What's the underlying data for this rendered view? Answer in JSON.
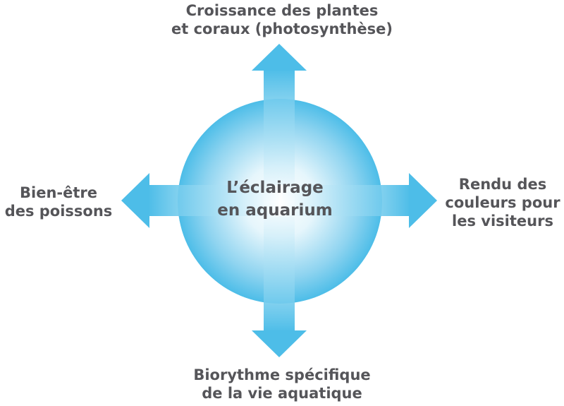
{
  "center": {
    "line1": "L’éclairage",
    "line2": "en aquarium"
  },
  "arrows": {
    "top": {
      "line1": "Croissance des plantes",
      "line2": "et coraux (photosynthèse)"
    },
    "right": {
      "line1": "Rendu des",
      "line2": "couleurs pour",
      "line3": "les visiteurs"
    },
    "bottom": {
      "line1": "Biorythme spécifique",
      "line2": "de la vie aquatique"
    },
    "left": {
      "line1": "Bien-être",
      "line2": "des poissons"
    }
  },
  "colors": {
    "accent": "#4dbde8",
    "center_glow": "#ffffff",
    "text": "#555559"
  }
}
